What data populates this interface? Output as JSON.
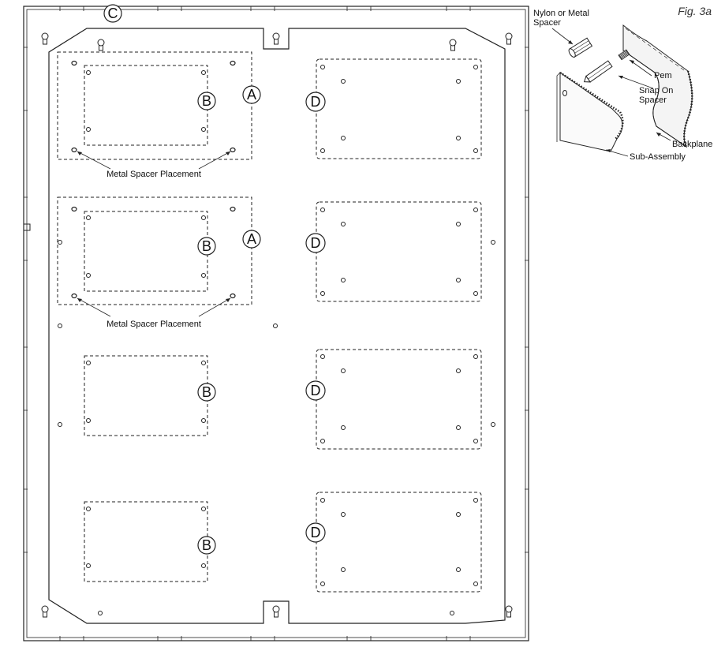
{
  "figure_label": "Fig. 3a",
  "markers": {
    "a": "A",
    "b": "B",
    "c": "C",
    "d": "D"
  },
  "captions": {
    "spacer_placement": "Metal Spacer Placement"
  },
  "callouts": {
    "spacer_line1": "Nylon or Metal",
    "spacer_line2": "Spacer",
    "pem": "Pem",
    "snap_line1": "Snap On",
    "snap_line2": "Spacer",
    "backplane": "Backplane",
    "subassembly": "Sub-Assembly"
  }
}
